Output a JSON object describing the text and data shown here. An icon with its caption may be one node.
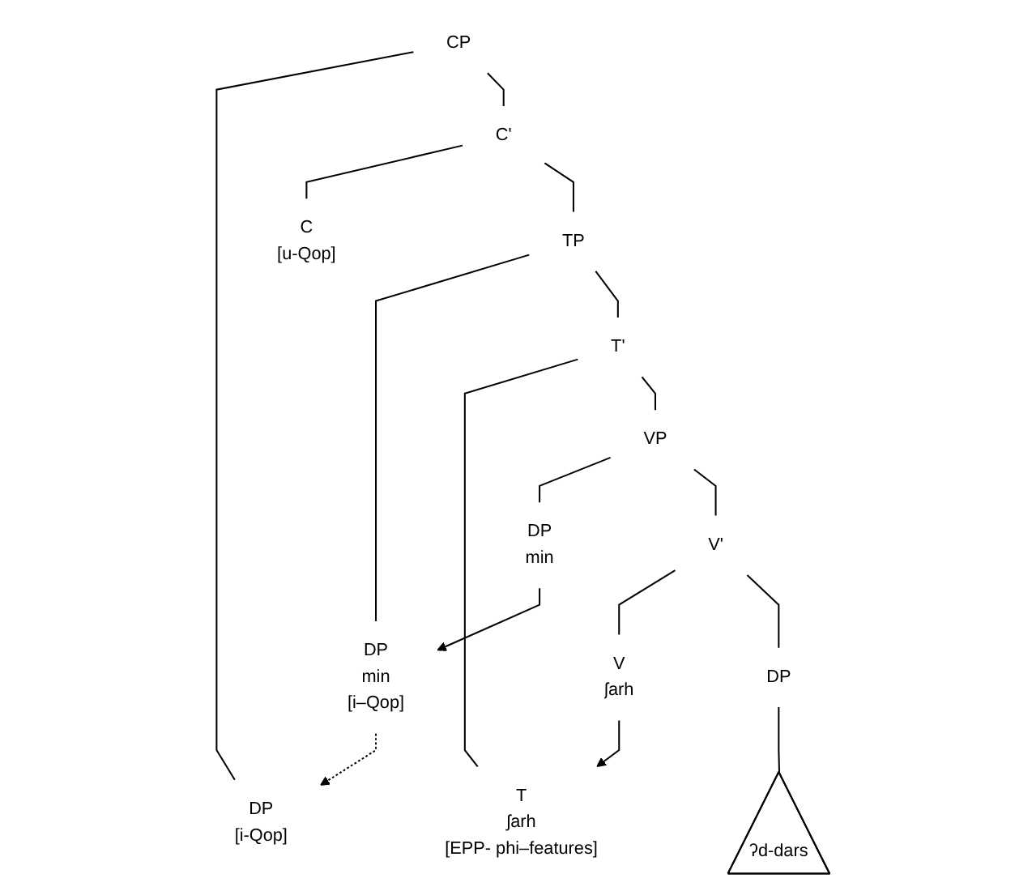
{
  "diagram": {
    "nodes": [
      {
        "text": [
          "CP"
        ]
      },
      {
        "text": [
          "DP",
          "[i-Qop]"
        ]
      },
      {
        "text": [
          "C'"
        ]
      },
      {
        "text": [
          "C",
          "[u-Qop]"
        ]
      },
      {
        "text": [
          "TP"
        ]
      },
      {
        "text": [
          "DP",
          "min",
          "[i–Qop]"
        ]
      },
      {
        "text": [
          "T'"
        ]
      },
      {
        "text": [
          "T",
          "ʃarh",
          "[EPP- phi–features]"
        ]
      },
      {
        "text": [
          "VP"
        ]
      },
      {
        "text": [
          "DP",
          "min"
        ]
      },
      {
        "text": [
          "V'"
        ]
      },
      {
        "text": [
          "V",
          "ʃarh"
        ]
      },
      {
        "text": [
          "DP"
        ]
      },
      {
        "text": [
          "ʔd-dars"
        ]
      }
    ],
    "edges": [
      {
        "from": 0,
        "to": 1,
        "arrow": "none"
      },
      {
        "from": 0,
        "to": 2,
        "arrow": "none"
      },
      {
        "from": 2,
        "to": 3,
        "arrow": "none"
      },
      {
        "from": 2,
        "to": 4,
        "arrow": "none"
      },
      {
        "from": 4,
        "to": 5,
        "arrow": "none"
      },
      {
        "from": 4,
        "to": 6,
        "arrow": "none"
      },
      {
        "from": 6,
        "to": 7,
        "arrow": "none"
      },
      {
        "from": 6,
        "to": 8,
        "arrow": "none"
      },
      {
        "from": 8,
        "to": 9,
        "arrow": "none"
      },
      {
        "from": 8,
        "to": 10,
        "arrow": "none"
      },
      {
        "from": 10,
        "to": 11,
        "arrow": "none"
      },
      {
        "from": 10,
        "to": 12,
        "arrow": "none"
      },
      {
        "from": 12,
        "to": 13,
        "arrow": "none"
      },
      {
        "from": 5,
        "to": 1,
        "arrow": "to",
        "style": "dashed"
      },
      {
        "from": 9,
        "to": 5,
        "arrow": "to"
      },
      {
        "from": 11,
        "to": 7,
        "arrow": "to"
      }
    ]
  }
}
